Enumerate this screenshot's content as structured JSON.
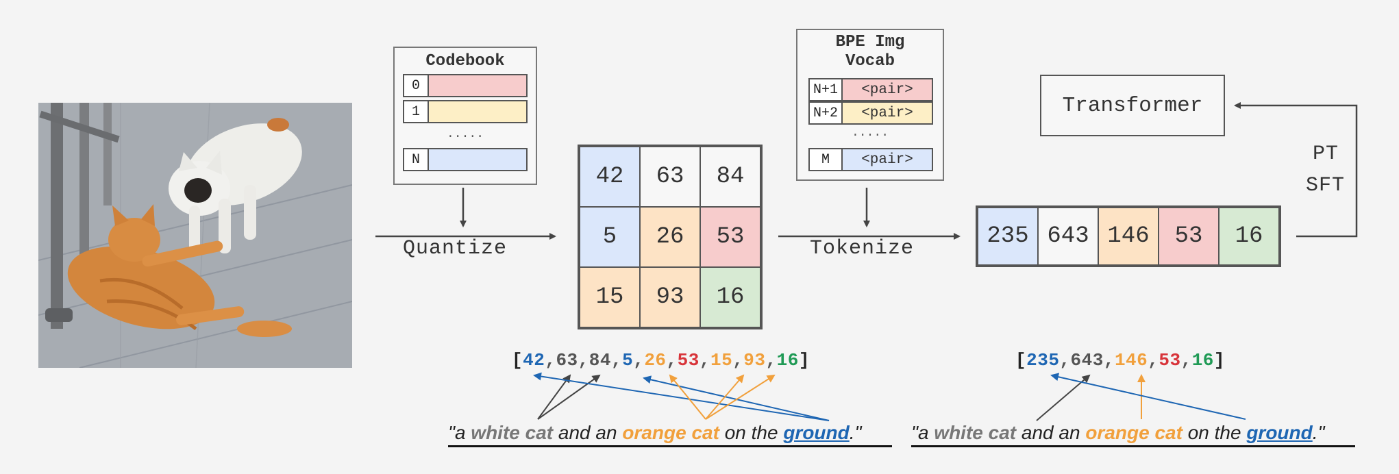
{
  "colors": {
    "blue_fill": "#dbe7fb",
    "pink_fill": "#f7cccc",
    "yellow_fill": "#fdefc6",
    "orange_fill": "#fde3c5",
    "green_fill": "#d7ead3",
    "white_fill": "#f7f7f7",
    "blue_text": "#1e66b3",
    "orange_text": "#f1a03c",
    "red_text": "#d8343a",
    "green_text": "#1f9a55",
    "gray_text": "#555555"
  },
  "codebook": {
    "title": "Codebook",
    "rows": [
      {
        "index": "0",
        "color": "pink"
      },
      {
        "index": "1",
        "color": "yellow"
      },
      {
        "index": "N",
        "color": "blue"
      }
    ],
    "ellipsis": "....."
  },
  "bpe_vocab": {
    "title_line1": "BPE Img",
    "title_line2": "Vocab",
    "rows": [
      {
        "index": "N+1",
        "value": "<pair>",
        "color": "pink"
      },
      {
        "index": "N+2",
        "value": "<pair>",
        "color": "yellow"
      },
      {
        "index": "M",
        "value": "<pair>",
        "color": "blue"
      }
    ],
    "ellipsis": "....."
  },
  "labels": {
    "quantize": "Quantize",
    "tokenize": "Tokenize",
    "transformer": "Transformer",
    "pt": "PT",
    "sft": "SFT"
  },
  "grid": [
    {
      "value": "42",
      "fill": "blue"
    },
    {
      "value": "63",
      "fill": "white"
    },
    {
      "value": "84",
      "fill": "white"
    },
    {
      "value": "5",
      "fill": "blue"
    },
    {
      "value": "26",
      "fill": "orange"
    },
    {
      "value": "53",
      "fill": "pink"
    },
    {
      "value": "15",
      "fill": "orange"
    },
    {
      "value": "93",
      "fill": "orange"
    },
    {
      "value": "16",
      "fill": "green"
    }
  ],
  "sequence": [
    {
      "value": "235",
      "fill": "blue"
    },
    {
      "value": "643",
      "fill": "white"
    },
    {
      "value": "146",
      "fill": "orange"
    },
    {
      "value": "53",
      "fill": "pink"
    },
    {
      "value": "16",
      "fill": "green"
    }
  ],
  "token_list_left": {
    "open": "[",
    "close": "]",
    "tokens": [
      {
        "text": "42",
        "color": "blue"
      },
      {
        "text": "63",
        "color": "gray"
      },
      {
        "text": "84",
        "color": "gray"
      },
      {
        "text": "5",
        "color": "blue"
      },
      {
        "text": "26",
        "color": "orange"
      },
      {
        "text": "53",
        "color": "red"
      },
      {
        "text": "15",
        "color": "orange"
      },
      {
        "text": "93",
        "color": "orange"
      },
      {
        "text": "16",
        "color": "green"
      }
    ]
  },
  "token_list_right": {
    "open": "[",
    "close": "]",
    "tokens": [
      {
        "text": "235",
        "color": "blue"
      },
      {
        "text": "643",
        "color": "gray"
      },
      {
        "text": "146",
        "color": "orange"
      },
      {
        "text": "53",
        "color": "red"
      },
      {
        "text": "16",
        "color": "green"
      }
    ]
  },
  "caption": {
    "open_quote": "\"a ",
    "white_cat": "white cat",
    "middle": " and an ",
    "orange_cat": "orange cat",
    "on_the": " on the ",
    "ground": "ground",
    "end": ".\""
  }
}
